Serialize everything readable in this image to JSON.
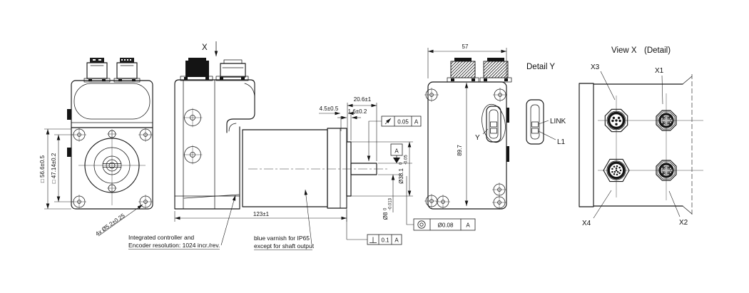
{
  "front_view": {
    "dim_outer_square": "□ 56.6±0.5",
    "dim_inner_square": "□ 47.14±0.2",
    "dim_holes": "4x Ø5.2±0.25"
  },
  "side_view": {
    "view_arrow_label": "X",
    "dim_overall_length": "123±1",
    "dim_pilot_depth": "4.5±0.5",
    "dim_shaft_length": "20.6±1",
    "dim_boss_length": "1.6±0.2",
    "dim_boss_diameter": "Ø38.1",
    "boss_tol_upper": "0",
    "boss_tol_lower": "-0.05",
    "dim_shaft_diameter": "Ø8",
    "shaft_tol_upper": "0",
    "shaft_tol_lower": "-0.013",
    "gdt_runout_value": "0.05",
    "gdt_runout_datum": "A",
    "gdt_perpendicularity_value": "0.1",
    "gdt_perpendicularity_datum": "A",
    "gdt_concentricity_value": "Ø0.08",
    "gdt_concentricity_datum": "A",
    "datum_label": "A",
    "note_controller": [
      "Integrated controller and",
      "Encoder resolution: 1024 incr./rev."
    ],
    "note_varnish": [
      "blue varnish for IP65",
      "except for shaft output"
    ]
  },
  "end_view": {
    "dim_width": "57",
    "dim_height": "89.7",
    "detail_marker": "Y"
  },
  "detail_y": {
    "title": "Detail Y",
    "label_link": "LINK",
    "label_l1": "L1"
  },
  "view_x": {
    "title_view": "View X",
    "title_detail": "(Detail)",
    "connector_x3": "X3",
    "connector_x1": "X1",
    "connector_x4": "X4",
    "connector_x2": "X2"
  }
}
